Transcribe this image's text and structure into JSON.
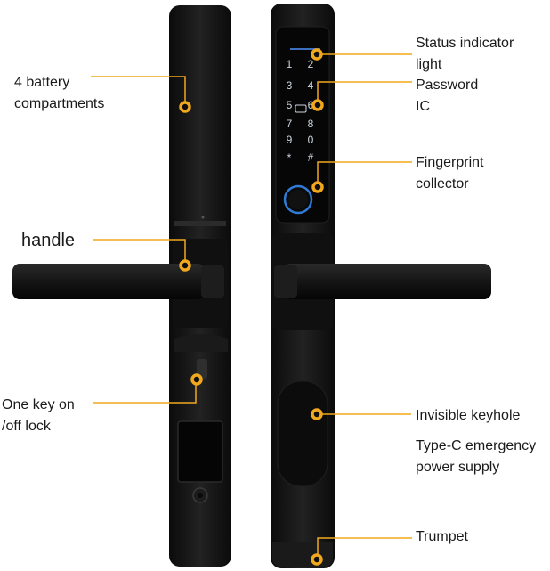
{
  "colors": {
    "accent": "#f2a81d",
    "lock_body": "#141414",
    "keypad_glyph": "#cfd6e0",
    "fingerprint_ring": "#2f7bd6"
  },
  "keypad": {
    "keys": [
      "1",
      "2",
      "3",
      "4",
      "5",
      "6",
      "7",
      "8",
      "9",
      "0",
      "*",
      "#"
    ]
  },
  "labels": {
    "battery": [
      "4 battery",
      "compartments"
    ],
    "handle": "handle",
    "one_key": [
      "One key on",
      "/off lock"
    ],
    "status_light": [
      "Status indicator",
      "light"
    ],
    "password_ic": [
      "Password",
      "IC"
    ],
    "fingerprint": [
      "Fingerprint",
      "collector"
    ],
    "keyhole": "Invisible keyhole",
    "type_c": [
      "Type-C emergency",
      "power supply"
    ],
    "trumpet": "Trumpet"
  }
}
